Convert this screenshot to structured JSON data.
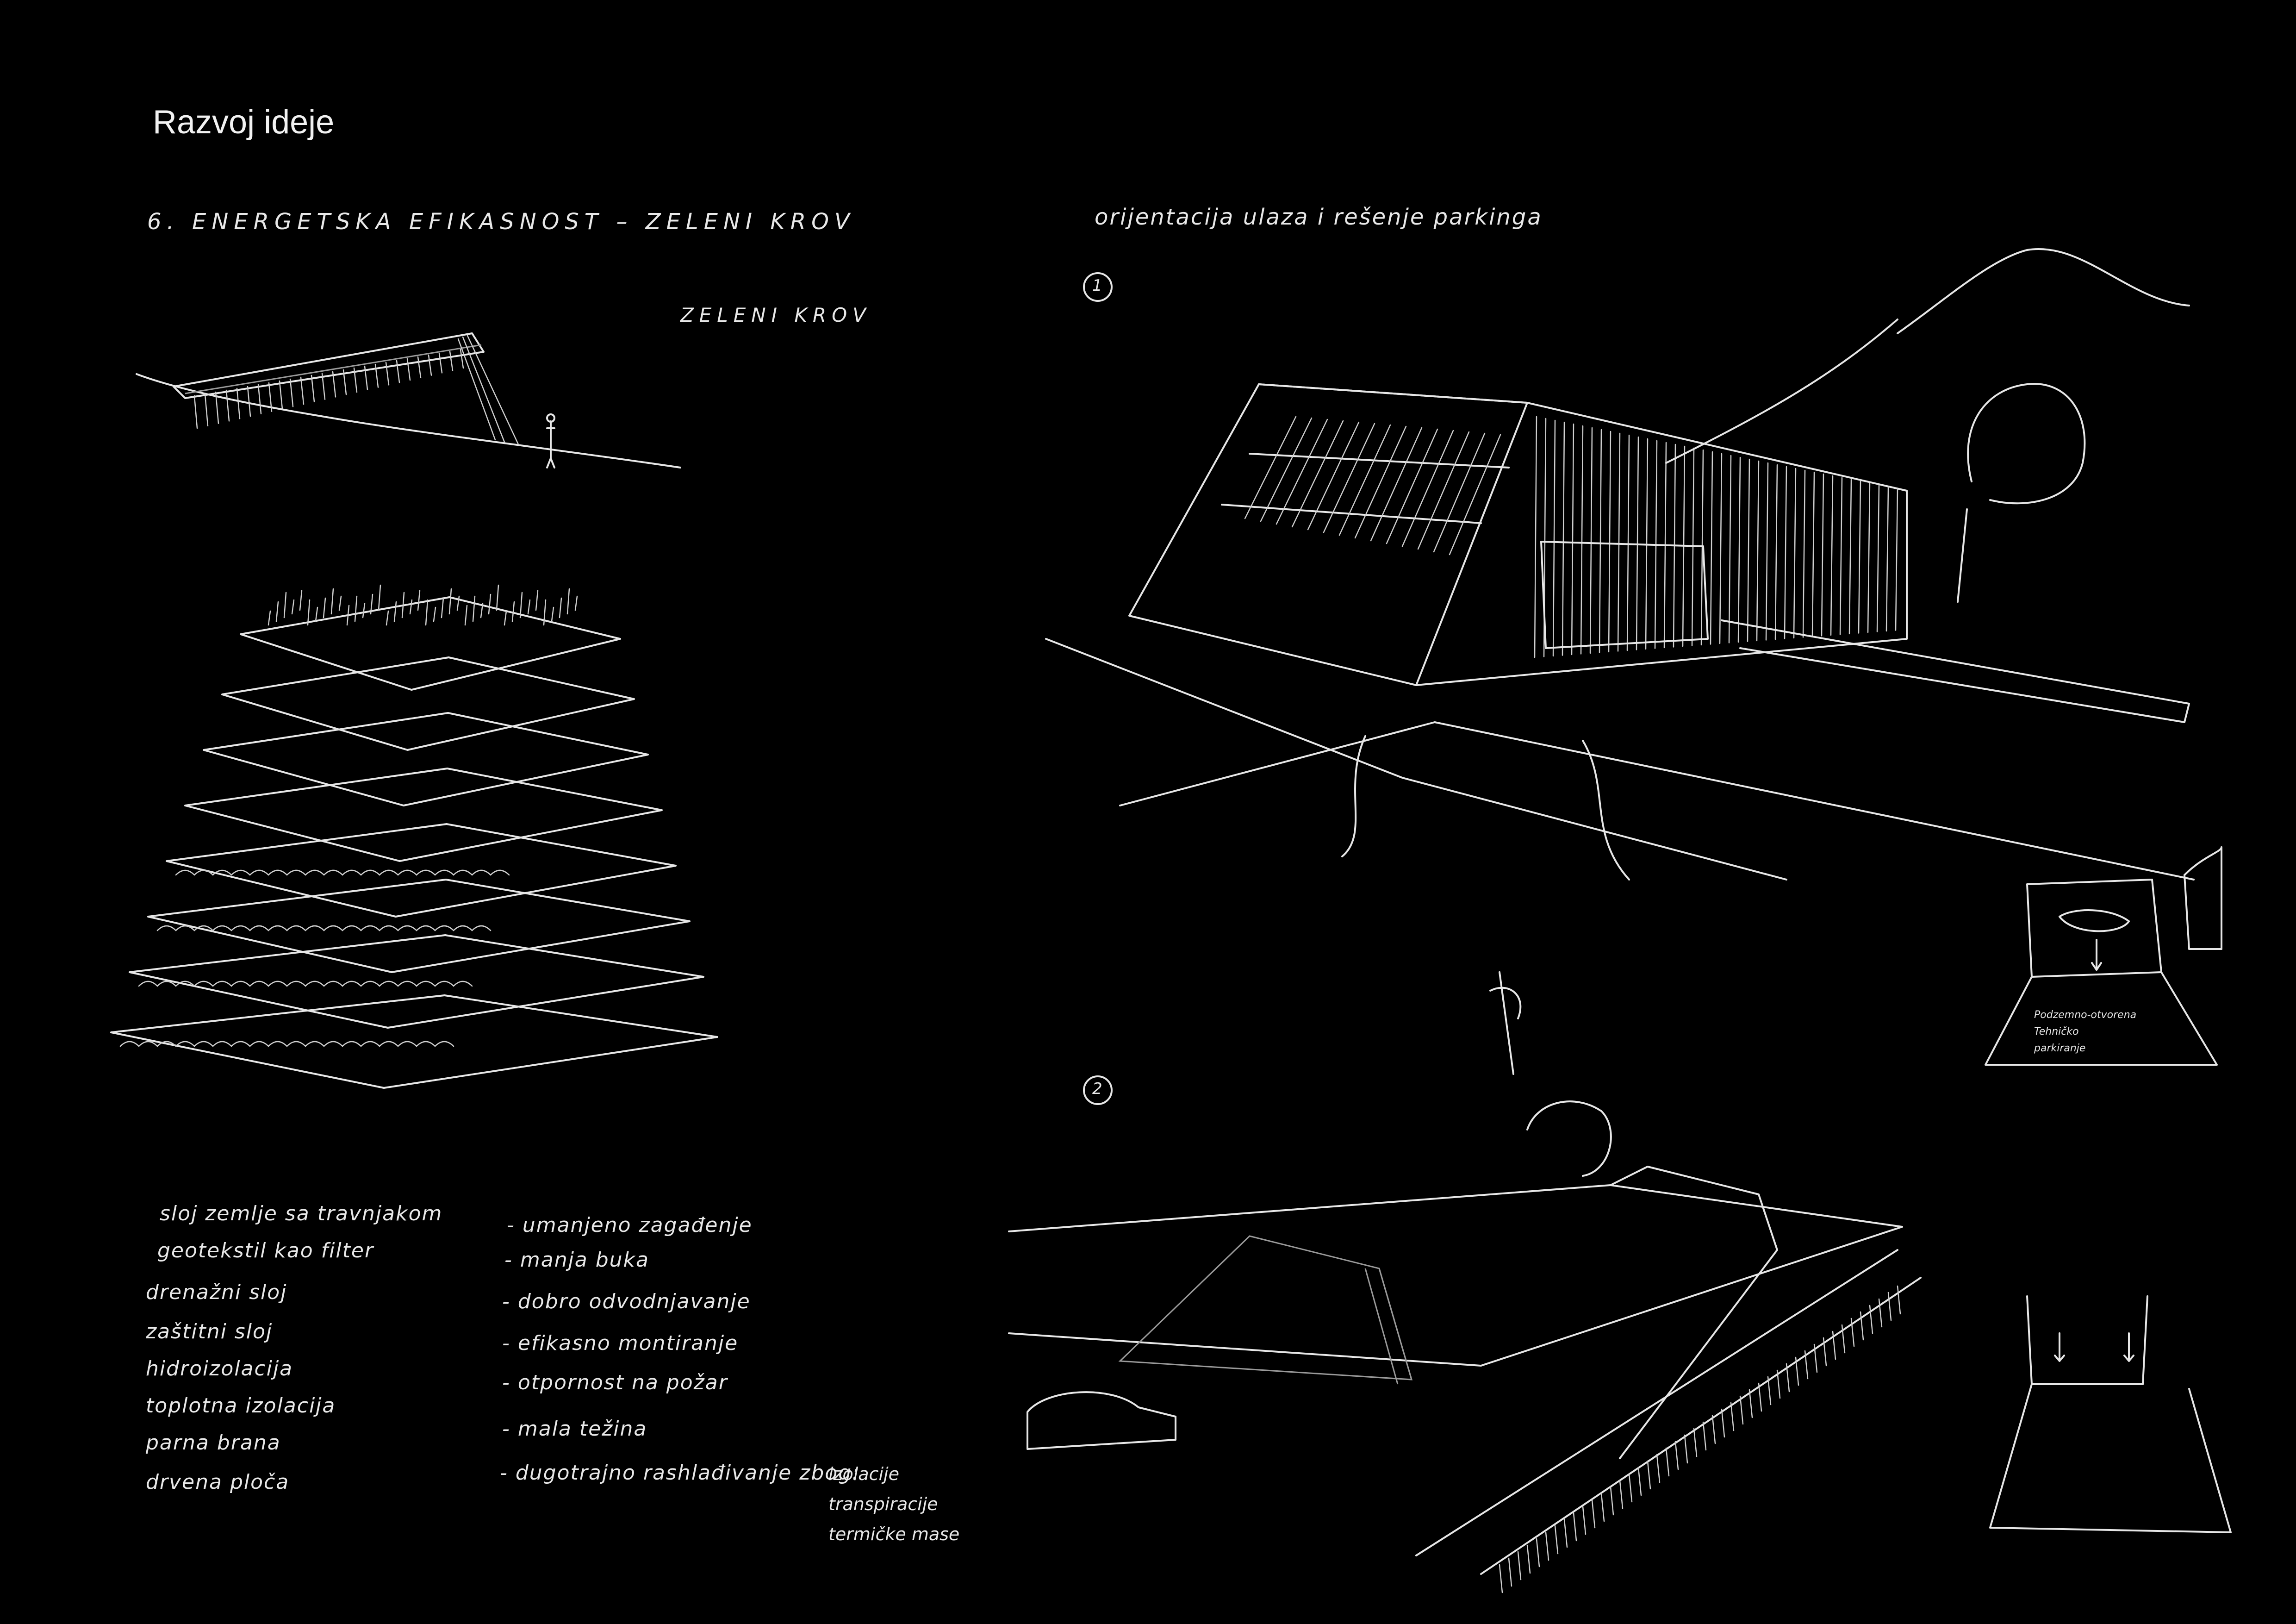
{
  "sheet": {
    "title": "Razvoj ideje",
    "section_heading": "6.  ENERGETSKA EFIKASNOST – ZELENI KROV",
    "green_roof_label": "ZELENI KROV",
    "right_heading": "orijentacija ulaza i rešenje parkinga",
    "option_1": "1",
    "option_2": "2",
    "parking_note": [
      "Podzemno-otvorena",
      "Tehničko",
      "parkiranje"
    ]
  },
  "layers": [
    "sloj zemlje sa travnjakom",
    "geotekstil kao filter",
    "drenažni sloj",
    "zaštitni sloj",
    "hidroizolacija",
    "toplotna izolacija",
    "parna brana",
    "drvena ploča"
  ],
  "benefits": [
    "- umanjeno zagađenje",
    "- manja buka",
    "- dobro odvodnjavanje",
    "- efikasno montiranje",
    "- otpornost na požar",
    "- mala težina",
    "- dugotrajno rashlađivanje zbog:"
  ],
  "cooling_reasons": [
    "izolacije",
    "transpiracije",
    "termičke mase"
  ],
  "colors": {
    "background": "#000000",
    "ink": "#e6e6e6",
    "grey_ink": "#9a9a9a"
  }
}
